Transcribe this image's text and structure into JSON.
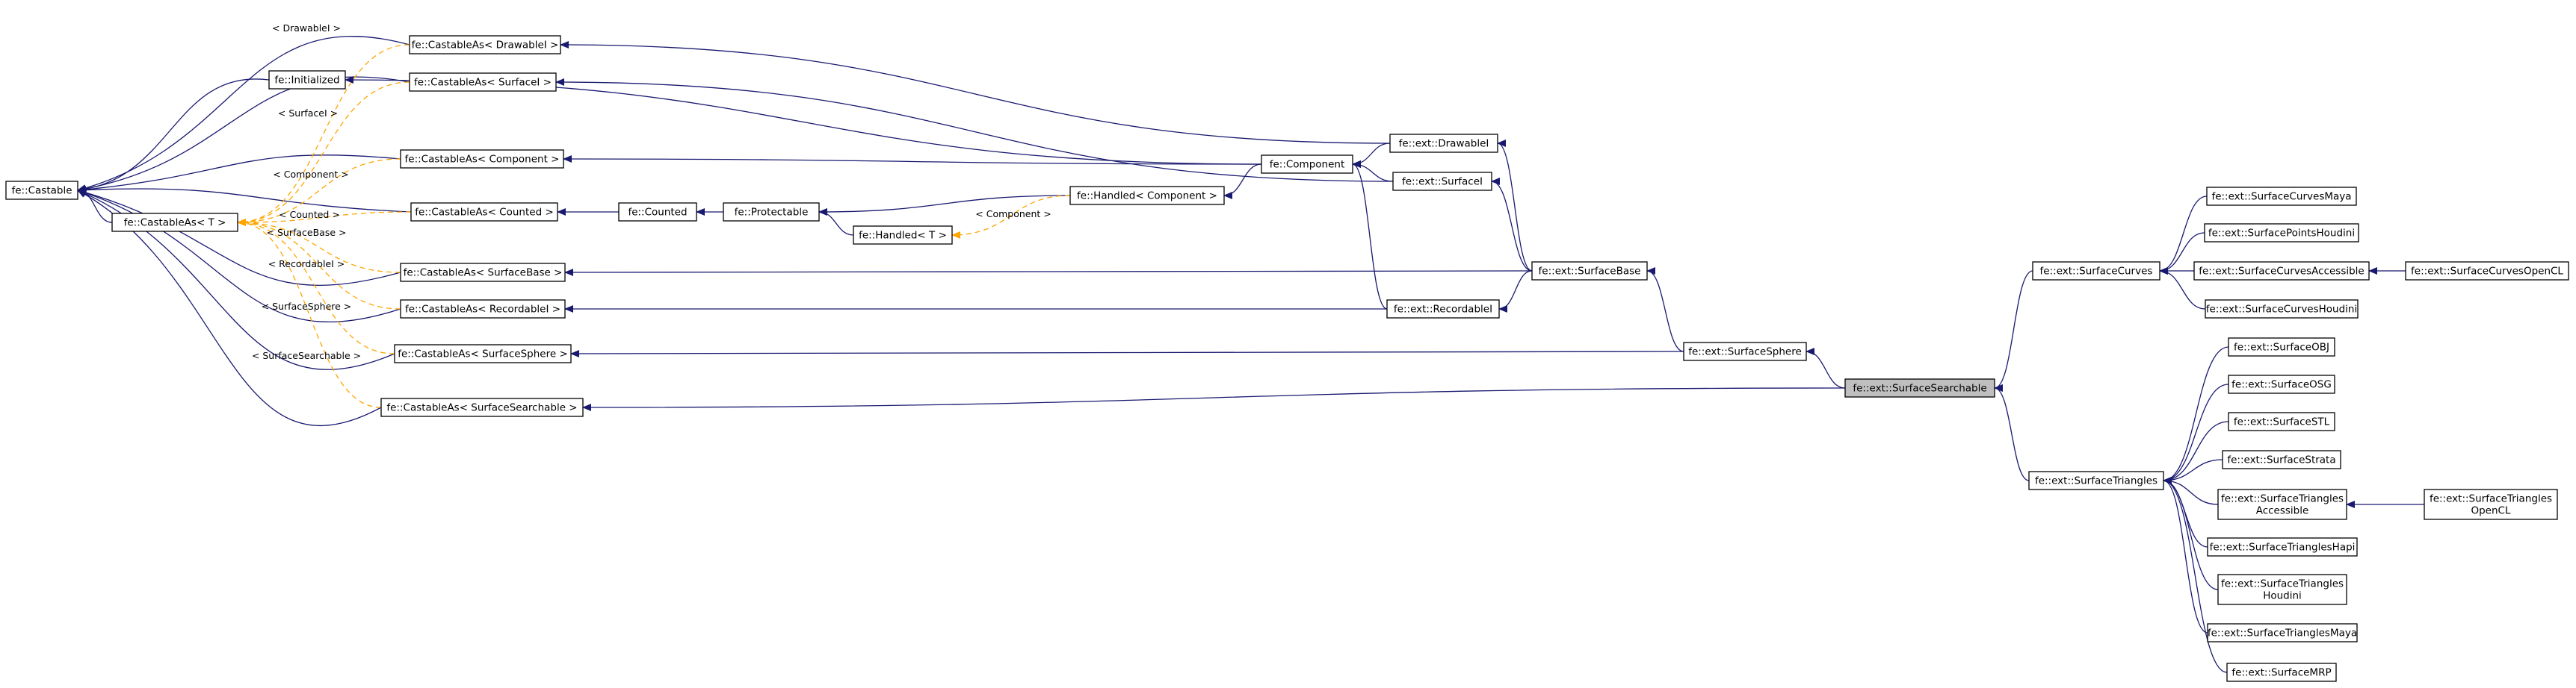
{
  "colors": {
    "inheritance_edge": "#191970",
    "template_edge": "#ffa500",
    "node_border": "#000000",
    "highlight_fill": "#bfbfbf",
    "background": "#ffffff"
  },
  "nodes": [
    {
      "id": "castable",
      "lines": [
        "fe::Castable"
      ]
    },
    {
      "id": "castableas_t",
      "lines": [
        "fe::CastableAs< T >"
      ]
    },
    {
      "id": "initialized",
      "lines": [
        "fe::Initialized"
      ]
    },
    {
      "id": "ca_drawablei",
      "lines": [
        "fe::CastableAs< DrawableI >"
      ]
    },
    {
      "id": "ca_surfacei",
      "lines": [
        "fe::CastableAs< SurfaceI >"
      ]
    },
    {
      "id": "ca_component",
      "lines": [
        "fe::CastableAs< Component >"
      ]
    },
    {
      "id": "ca_counted",
      "lines": [
        "fe::CastableAs< Counted >"
      ]
    },
    {
      "id": "ca_surfacebase",
      "lines": [
        "fe::CastableAs< SurfaceBase >"
      ]
    },
    {
      "id": "ca_recordablei",
      "lines": [
        "fe::CastableAs< RecordableI >"
      ]
    },
    {
      "id": "ca_surfacesphere",
      "lines": [
        "fe::CastableAs< SurfaceSphere >"
      ]
    },
    {
      "id": "ca_surfacesearchable",
      "lines": [
        "fe::CastableAs< SurfaceSearchable >"
      ]
    },
    {
      "id": "counted",
      "lines": [
        "fe::Counted"
      ]
    },
    {
      "id": "protectable",
      "lines": [
        "fe::Protectable"
      ]
    },
    {
      "id": "handled_t",
      "lines": [
        "fe::Handled< T >"
      ]
    },
    {
      "id": "handled_component",
      "lines": [
        "fe::Handled< Component >"
      ]
    },
    {
      "id": "component",
      "lines": [
        "fe::Component"
      ]
    },
    {
      "id": "drawablei",
      "lines": [
        "fe::ext::DrawableI"
      ]
    },
    {
      "id": "surfacei",
      "lines": [
        "fe::ext::SurfaceI"
      ]
    },
    {
      "id": "recordablei",
      "lines": [
        "fe::ext::RecordableI"
      ]
    },
    {
      "id": "surfacebase",
      "lines": [
        "fe::ext::SurfaceBase"
      ]
    },
    {
      "id": "surfacesphere",
      "lines": [
        "fe::ext::SurfaceSphere"
      ]
    },
    {
      "id": "surfacesearchable",
      "lines": [
        "fe::ext::SurfaceSearchable"
      ],
      "highlight": true
    },
    {
      "id": "surfacecurves",
      "lines": [
        "fe::ext::SurfaceCurves"
      ]
    },
    {
      "id": "surfacetriangles",
      "lines": [
        "fe::ext::SurfaceTriangles"
      ]
    },
    {
      "id": "surfacecurvesmaya",
      "lines": [
        "fe::ext::SurfaceCurvesMaya"
      ]
    },
    {
      "id": "surfacepointshoudini",
      "lines": [
        "fe::ext::SurfacePointsHoudini"
      ]
    },
    {
      "id": "surfacecurvesaccessible",
      "lines": [
        "fe::ext::SurfaceCurvesAccessible"
      ]
    },
    {
      "id": "surfacecurveshoudini",
      "lines": [
        "fe::ext::SurfaceCurvesHoudini"
      ]
    },
    {
      "id": "surfacecurvesopencl",
      "lines": [
        "fe::ext::SurfaceCurvesOpenCL"
      ]
    },
    {
      "id": "surfaceobj",
      "lines": [
        "fe::ext::SurfaceOBJ"
      ]
    },
    {
      "id": "surfaceosg",
      "lines": [
        "fe::ext::SurfaceOSG"
      ]
    },
    {
      "id": "surfacestl",
      "lines": [
        "fe::ext::SurfaceSTL"
      ]
    },
    {
      "id": "surfacestrata",
      "lines": [
        "fe::ext::SurfaceStrata"
      ]
    },
    {
      "id": "surfacetrianglesaccessible",
      "lines": [
        "fe::ext::SurfaceTriangles",
        "Accessible"
      ]
    },
    {
      "id": "surfacetriangleshapi",
      "lines": [
        "fe::ext::SurfaceTrianglesHapi"
      ]
    },
    {
      "id": "surfacetriangleshoudini",
      "lines": [
        "fe::ext::SurfaceTriangles",
        "Houdini"
      ]
    },
    {
      "id": "surfacetrianglesmaya",
      "lines": [
        "fe::ext::SurfaceTrianglesMaya"
      ]
    },
    {
      "id": "surfacemrp",
      "lines": [
        "fe::ext::SurfaceMRP"
      ]
    },
    {
      "id": "surfacetrianglesopencl",
      "lines": [
        "fe::ext::SurfaceTriangles",
        "OpenCL"
      ]
    }
  ],
  "edges": [
    {
      "from": "castable",
      "to": "castableas_t",
      "kind": "inheritance"
    },
    {
      "from": "castable",
      "to": "initialized",
      "kind": "inheritance"
    },
    {
      "from": "castable",
      "to": "ca_drawablei",
      "kind": "inheritance"
    },
    {
      "from": "castable",
      "to": "ca_surfacei",
      "kind": "inheritance"
    },
    {
      "from": "castable",
      "to": "ca_component",
      "kind": "inheritance"
    },
    {
      "from": "castable",
      "to": "ca_counted",
      "kind": "inheritance"
    },
    {
      "from": "castable",
      "to": "ca_surfacebase",
      "kind": "inheritance"
    },
    {
      "from": "castable",
      "to": "ca_recordablei",
      "kind": "inheritance"
    },
    {
      "from": "castable",
      "to": "ca_surfacesphere",
      "kind": "inheritance"
    },
    {
      "from": "castable",
      "to": "ca_surfacesearchable",
      "kind": "inheritance"
    },
    {
      "from": "castableas_t",
      "to": "ca_drawablei",
      "kind": "template",
      "label": "< DrawableI >"
    },
    {
      "from": "castableas_t",
      "to": "ca_surfacei",
      "kind": "template",
      "label": "< SurfaceI >"
    },
    {
      "from": "castableas_t",
      "to": "ca_component",
      "kind": "template",
      "label": "< Component >"
    },
    {
      "from": "castableas_t",
      "to": "ca_counted",
      "kind": "template",
      "label": "< Counted >"
    },
    {
      "from": "castableas_t",
      "to": "ca_surfacebase",
      "kind": "template",
      "label": "< SurfaceBase >"
    },
    {
      "from": "castableas_t",
      "to": "ca_recordablei",
      "kind": "template",
      "label": "< RecordableI >"
    },
    {
      "from": "castableas_t",
      "to": "ca_surfacesphere",
      "kind": "template",
      "label": "< SurfaceSphere >"
    },
    {
      "from": "castableas_t",
      "to": "ca_surfacesearchable",
      "kind": "template",
      "label": "< SurfaceSearchable >"
    },
    {
      "from": "ca_counted",
      "to": "counted",
      "kind": "inheritance"
    },
    {
      "from": "counted",
      "to": "protectable",
      "kind": "inheritance"
    },
    {
      "from": "protectable",
      "to": "handled_t",
      "kind": "inheritance"
    },
    {
      "from": "protectable",
      "to": "handled_component",
      "kind": "inheritance"
    },
    {
      "from": "handled_t",
      "to": "handled_component",
      "kind": "template",
      "label": "< Component >"
    },
    {
      "from": "handled_component",
      "to": "component",
      "kind": "inheritance"
    },
    {
      "from": "ca_component",
      "to": "component",
      "kind": "inheritance"
    },
    {
      "from": "initialized",
      "to": "component",
      "kind": "inheritance"
    },
    {
      "from": "component",
      "to": "drawablei",
      "kind": "inheritance"
    },
    {
      "from": "component",
      "to": "surfacei",
      "kind": "inheritance"
    },
    {
      "from": "component",
      "to": "recordablei",
      "kind": "inheritance"
    },
    {
      "from": "ca_drawablei",
      "to": "drawablei",
      "kind": "inheritance"
    },
    {
      "from": "ca_surfacei",
      "to": "surfacei",
      "kind": "inheritance"
    },
    {
      "from": "ca_recordablei",
      "to": "recordablei",
      "kind": "inheritance"
    },
    {
      "from": "ca_surfacebase",
      "to": "surfacebase",
      "kind": "inheritance"
    },
    {
      "from": "drawablei",
      "to": "surfacebase",
      "kind": "inheritance"
    },
    {
      "from": "surfacei",
      "to": "surfacebase",
      "kind": "inheritance"
    },
    {
      "from": "recordablei",
      "to": "surfacebase",
      "kind": "inheritance"
    },
    {
      "from": "surfacebase",
      "to": "surfacesphere",
      "kind": "inheritance"
    },
    {
      "from": "ca_surfacesphere",
      "to": "surfacesphere",
      "kind": "inheritance"
    },
    {
      "from": "surfacesphere",
      "to": "surfacesearchable",
      "kind": "inheritance"
    },
    {
      "from": "ca_surfacesearchable",
      "to": "surfacesearchable",
      "kind": "inheritance"
    },
    {
      "from": "surfacesearchable",
      "to": "surfacecurves",
      "kind": "inheritance"
    },
    {
      "from": "surfacesearchable",
      "to": "surfacetriangles",
      "kind": "inheritance"
    },
    {
      "from": "surfacecurves",
      "to": "surfacecurvesmaya",
      "kind": "inheritance"
    },
    {
      "from": "surfacecurves",
      "to": "surfacepointshoudini",
      "kind": "inheritance"
    },
    {
      "from": "surfacecurves",
      "to": "surfacecurvesaccessible",
      "kind": "inheritance"
    },
    {
      "from": "surfacecurves",
      "to": "surfacecurveshoudini",
      "kind": "inheritance"
    },
    {
      "from": "surfacecurvesaccessible",
      "to": "surfacecurvesopencl",
      "kind": "inheritance"
    },
    {
      "from": "surfacetriangles",
      "to": "surfaceobj",
      "kind": "inheritance"
    },
    {
      "from": "surfacetriangles",
      "to": "surfaceosg",
      "kind": "inheritance"
    },
    {
      "from": "surfacetriangles",
      "to": "surfacestl",
      "kind": "inheritance"
    },
    {
      "from": "surfacetriangles",
      "to": "surfacestrata",
      "kind": "inheritance"
    },
    {
      "from": "surfacetriangles",
      "to": "surfacetrianglesaccessible",
      "kind": "inheritance"
    },
    {
      "from": "surfacetriangles",
      "to": "surfacetriangleshapi",
      "kind": "inheritance"
    },
    {
      "from": "surfacetriangles",
      "to": "surfacetriangleshoudini",
      "kind": "inheritance"
    },
    {
      "from": "surfacetriangles",
      "to": "surfacetrianglesmaya",
      "kind": "inheritance"
    },
    {
      "from": "surfacetriangles",
      "to": "surfacemrp",
      "kind": "inheritance"
    },
    {
      "from": "surfacetrianglesaccessible",
      "to": "surfacetrianglesopencl",
      "kind": "inheritance"
    }
  ]
}
